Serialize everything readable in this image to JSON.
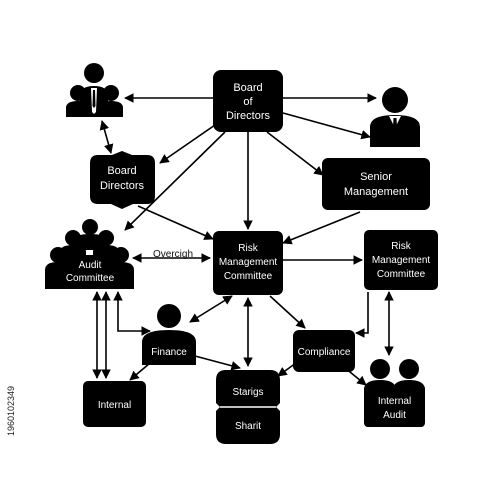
{
  "nodes": {
    "board": [
      "Board",
      "of",
      "Directors"
    ],
    "board_directors": [
      "Board",
      "Directors"
    ],
    "senior_management": [
      "Senior",
      "Management"
    ],
    "audit_committee": [
      "Audit",
      "Committee"
    ],
    "risk_committee_center": [
      "Risk",
      "Management",
      "Committee"
    ],
    "risk_committee_right": [
      "Risk",
      "Management",
      "Committee"
    ],
    "finance": "Finance",
    "compliance": "Compliance",
    "internal": "Internal",
    "startigs_top": "Starigs",
    "startigs_bottom": "Sharit",
    "internal_audit": [
      "Internal",
      "Audit"
    ]
  },
  "edge_labels": {
    "oversight": "Overcigh"
  },
  "side_text": "1960102349",
  "colors": {
    "node": "#000000",
    "text": "#ffffff",
    "edge": "#000000"
  }
}
